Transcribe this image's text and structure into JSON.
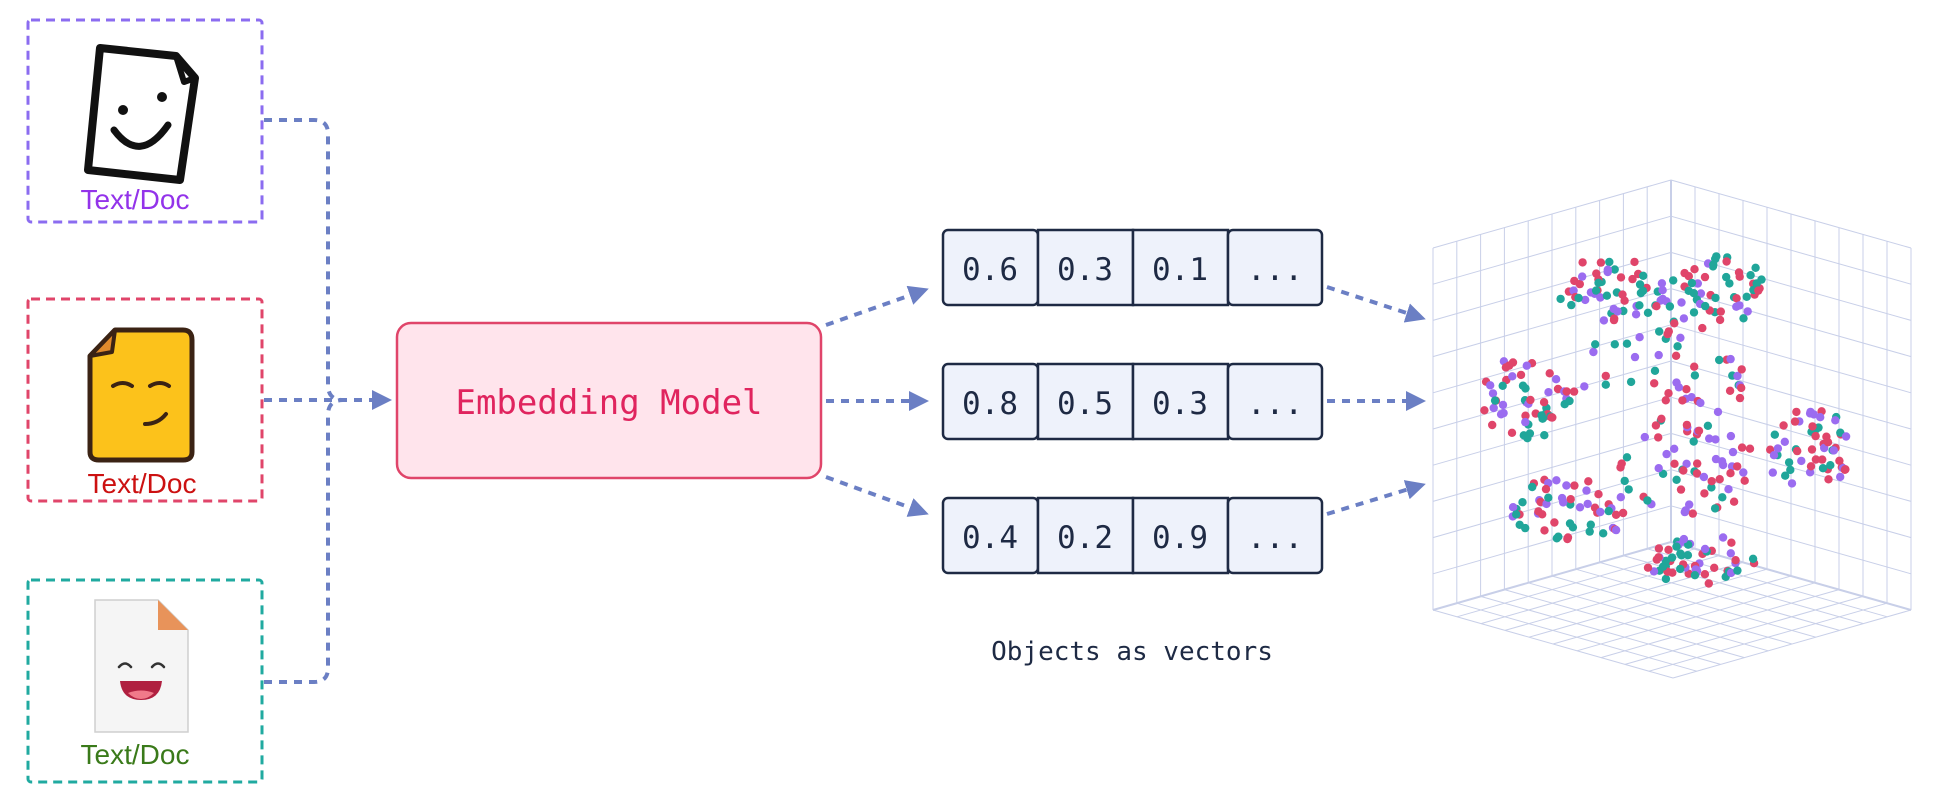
{
  "inputs": [
    {
      "label": "Text/Doc",
      "color": "#9333ea",
      "border": "#8b6cf0",
      "icon": "smiling-document-outline-icon"
    },
    {
      "label": "Text/Doc",
      "color": "#cc1111",
      "border": "#e0456a",
      "icon": "smirking-yellow-document-icon"
    },
    {
      "label": "Text/Doc",
      "color": "#3a7a1a",
      "border": "#20aaa0",
      "icon": "laughing-white-document-icon"
    }
  ],
  "model": {
    "label": "Embedding Model",
    "text_color": "#e0245e",
    "fill": "#ffe4ec",
    "border": "#e0456a"
  },
  "vectors": [
    [
      "0.6",
      "0.3",
      "0.1",
      "..."
    ],
    [
      "0.8",
      "0.5",
      "0.3",
      "..."
    ],
    [
      "0.4",
      "0.2",
      "0.9",
      "..."
    ]
  ],
  "vectors_caption": "Objects as vectors",
  "colors": {
    "arrow": "#6b7fc4",
    "cell_fill": "#eef2fb",
    "cell_border": "#1e2a44",
    "cell_text": "#1e2a44",
    "grid": "#c8cfe8",
    "point_colors": [
      "#e0456a",
      "#20a69a",
      "#9b6cf0"
    ]
  },
  "scatter_icon": "3d-vector-space-scatter-icon"
}
